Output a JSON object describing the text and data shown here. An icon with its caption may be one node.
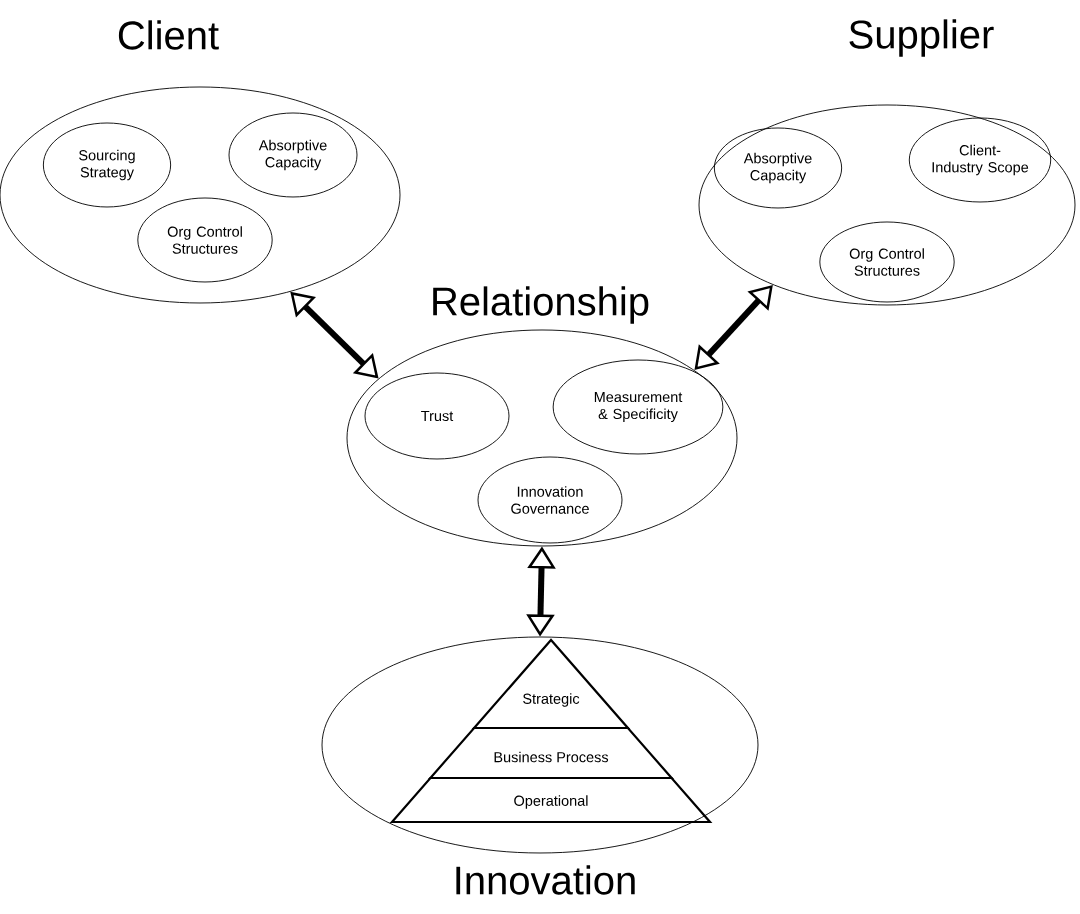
{
  "diagram": {
    "nodes": [
      {
        "text": [
          "Client"
        ]
      },
      {
        "text": [
          "Sourcing Strategy"
        ],
        "in": 0
      },
      {
        "text": [
          "Absorptive Capacity"
        ],
        "in": 0
      },
      {
        "text": [
          "Org Control Structures"
        ],
        "in": 0
      },
      {
        "text": [
          "Supplier"
        ]
      },
      {
        "text": [
          "Absorptive Capacity"
        ],
        "in": 4
      },
      {
        "text": [
          "Client-Industry Scope"
        ],
        "in": 4
      },
      {
        "text": [
          "Org Control Structures"
        ],
        "in": 4
      },
      {
        "text": [
          "Relationship"
        ]
      },
      {
        "text": [
          "Trust"
        ],
        "in": 8
      },
      {
        "text": [
          "Measurement & Specificity"
        ],
        "in": 8
      },
      {
        "text": [
          "Innovation Governance"
        ],
        "in": 8
      },
      {
        "text": [
          "Innovation"
        ]
      },
      {
        "text": [
          "Strategic"
        ],
        "in": 12
      },
      {
        "text": [
          "Business Process"
        ],
        "in": 12
      },
      {
        "text": [
          "Operational"
        ],
        "in": 12
      }
    ],
    "edges": [
      {
        "from": 0,
        "to": 8,
        "arrow": "both"
      },
      {
        "from": 4,
        "to": 8,
        "arrow": "both"
      },
      {
        "from": 8,
        "to": 12,
        "arrow": "both"
      }
    ]
  }
}
